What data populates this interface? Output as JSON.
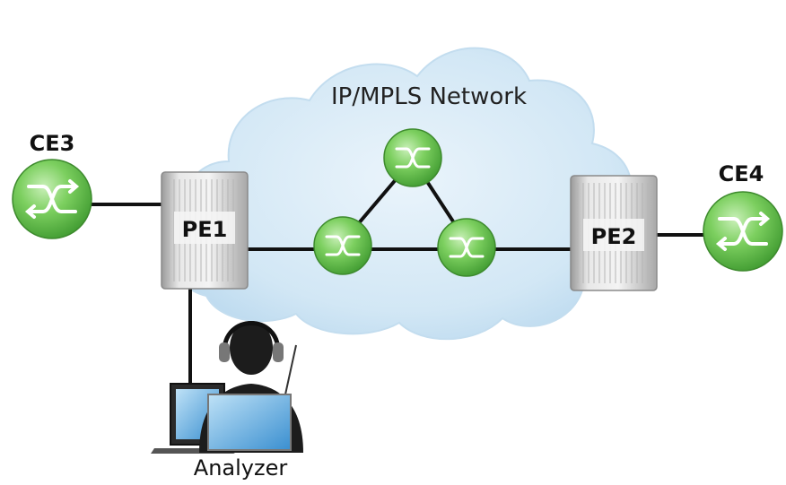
{
  "cloud": {
    "label": "IP/MPLS Network"
  },
  "nodes": {
    "ce3": "CE3",
    "ce4": "CE4",
    "pe1": "PE1",
    "pe2": "PE2"
  },
  "analyzer": {
    "label": "Analyzer"
  },
  "colors": {
    "cloud": "#cfe6f5",
    "router_green": "#5fbe4a",
    "link": "#111111",
    "pe_device": "#d9d9d9"
  }
}
